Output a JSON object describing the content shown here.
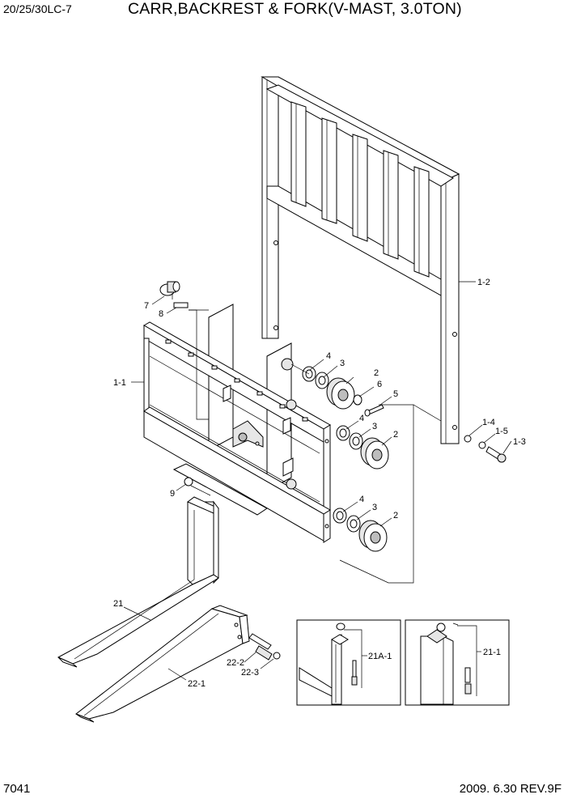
{
  "header": {
    "model": "20/25/30LC-7",
    "title": "CARR,BACKREST & FORK(V-MAST, 3.0TON)"
  },
  "footer": {
    "page_number": "7041",
    "revision": "2009. 6.30 REV.9F"
  },
  "callouts": {
    "c1_1": "1-1",
    "c1_2": "1-2",
    "c1_3": "1-3",
    "c1_4": "1-4",
    "c1_5": "1-5",
    "c2a": "2",
    "c2b": "2",
    "c2c": "2",
    "c3a": "3",
    "c3b": "3",
    "c3c": "3",
    "c4a": "4",
    "c4b": "4",
    "c4c": "4",
    "c5": "5",
    "c6": "6",
    "c7": "7",
    "c8": "8",
    "c9": "9",
    "c21": "21",
    "c22_1": "22-1",
    "c22_2": "22-2",
    "c22_3": "22-3",
    "c21a_1": "21A-1",
    "c21_1": "21-1"
  }
}
